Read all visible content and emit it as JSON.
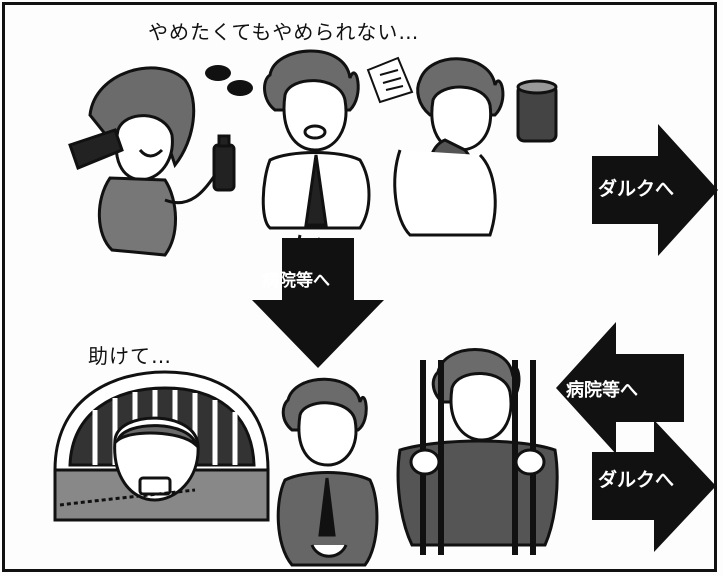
{
  "captions": {
    "top": "やめたくてもやめられない…",
    "help": "助けて…"
  },
  "arrows": {
    "darc_upper": "ダルクへ",
    "hospital_down": "病院等へ",
    "hospital_left": "病院等へ",
    "darc_lower": "ダルクへ"
  },
  "colors": {
    "ink": "#111111",
    "paper": "#fdfdfd",
    "shade": "#555555",
    "light_shade": "#9a9a9a"
  },
  "icons": [
    "woman-drinking-icon",
    "man-with-pills-icon",
    "man-sniffing-bag-icon",
    "can-icon",
    "pills-icon",
    "paper-packet-icon",
    "person-in-bed-icon",
    "seated-man-icon",
    "man-behind-bars-icon"
  ]
}
